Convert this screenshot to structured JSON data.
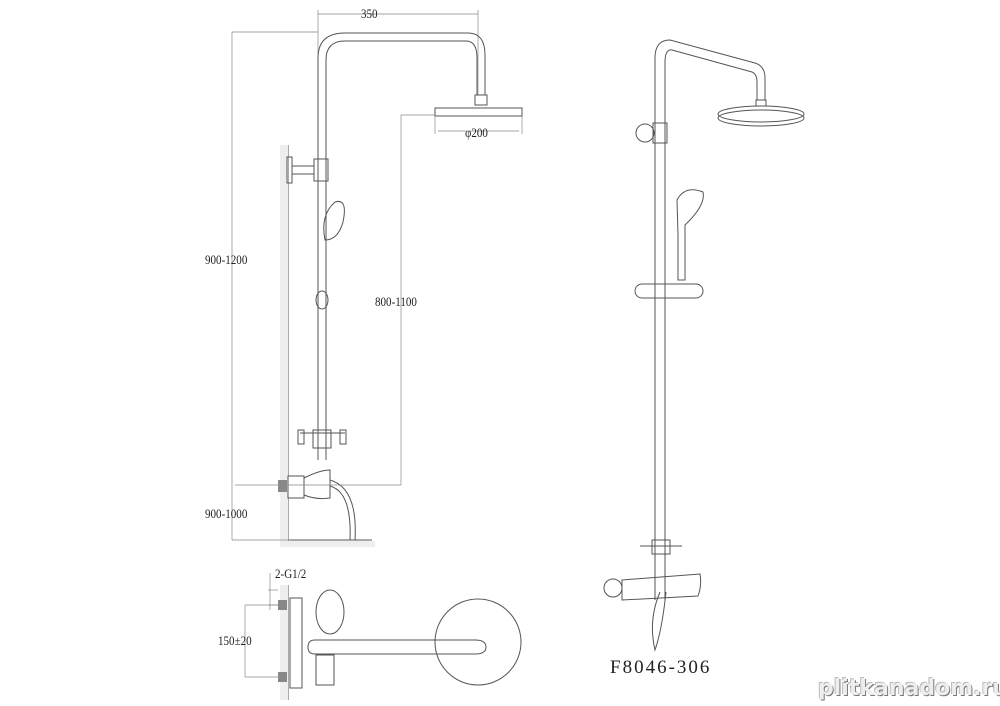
{
  "dimensions": {
    "arm_length": "350",
    "head_diameter": "φ200",
    "total_height": "900-1200",
    "head_to_mixer": "800-1100",
    "mixer_height": "900-1000",
    "inlet_thread": "2-G1/2",
    "inlet_spacing": "150±20"
  },
  "model": "F8046-306",
  "watermark": "plitkanadom.ru"
}
